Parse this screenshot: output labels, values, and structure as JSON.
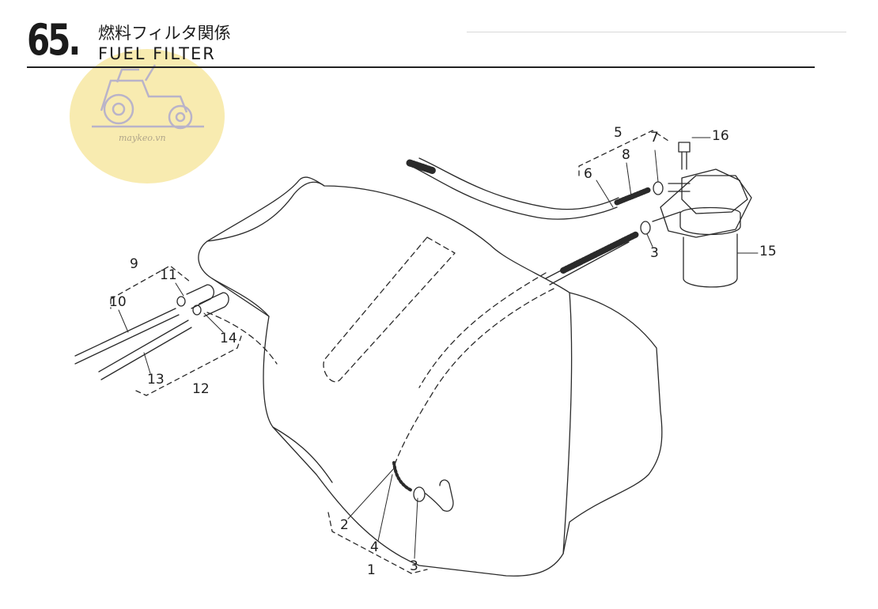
{
  "header": {
    "section_number": "65.",
    "title_jp": "燃料フィルタ関係",
    "title_en": "FUEL  FILTER"
  },
  "watermark": {
    "text": "maykeo.vn",
    "color": "#f7e9a8"
  },
  "callouts": {
    "c1": "1",
    "c2": "2",
    "c3a": "3",
    "c3b": "3",
    "c4": "4",
    "c5": "5",
    "c6": "6",
    "c7": "7",
    "c8": "8",
    "c9": "9",
    "c10": "10",
    "c11": "11",
    "c12": "12",
    "c13": "13",
    "c14": "14",
    "c15": "15",
    "c16": "16"
  }
}
